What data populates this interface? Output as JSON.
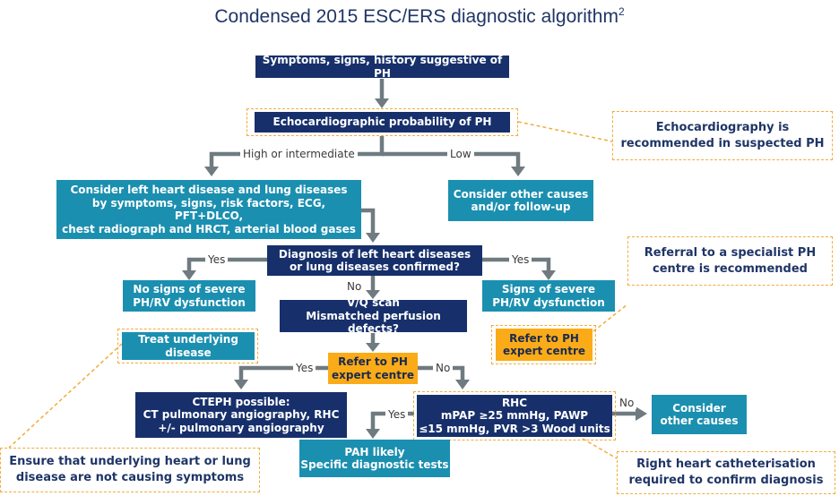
{
  "title": "Condensed 2015 ESC/ERS diagnostic algorithm",
  "title_ref": "2",
  "boxes": {
    "symptoms": "Symptoms, signs, history suggestive of PH",
    "echo": "Echocardiographic probability of PH",
    "consider_left": "Consider left heart disease and lung diseases\nby symptoms, signs, risk factors, ECG, PFT+DLCO,\nchest radiograph and HRCT, arterial blood gases",
    "consider_other": "Consider other causes\nand/or follow-up",
    "diagnosis": "Diagnosis of left heart diseases\nor lung diseases confirmed?",
    "no_signs": "No signs of severe\nPH/RV dysfunction",
    "signs": "Signs of severe\nPH/RV dysfunction",
    "vq": "V/Q scan\nMismatched perfusion defects?",
    "treat": "Treat underlying\ndisease",
    "refer_right": "Refer to PH\nexpert centre",
    "refer_center": "Refer to PH\nexpert centre",
    "cteph": "CTEPH possible:\nCT pulmonary angiography, RHC\n+/- pulmonary angiography",
    "rhc": "RHC\nmPAP ≥25 mmHg, PAWP\n≤15 mmHg, PVR >3 Wood units",
    "consider_other2": "Consider\nother causes",
    "pah": "PAH likely\nSpecific diagnostic tests"
  },
  "labels": {
    "high": "High or intermediate",
    "low": "Low",
    "yes_left": "Yes",
    "yes_right": "Yes",
    "no_vq": "No",
    "yes_cteph": "Yes",
    "no_rhc": "No",
    "no_other": "No",
    "yes_pah": "Yes"
  },
  "notes": {
    "echo": "Echocardiography is\nrecommended in suspected PH",
    "referral": "Referral to a specialist PH\ncentre is recommended",
    "ensure": "Ensure that underlying heart or lung\ndisease are not causing symptoms",
    "rhc": "Right heart catheterisation\nrequired to confirm diagnosis"
  },
  "colors": {
    "navy": "#17306b",
    "teal": "#1b8fb0",
    "amber": "#fbab17",
    "arrow": "#6f7b80",
    "dashed": "#f1ac3b"
  }
}
